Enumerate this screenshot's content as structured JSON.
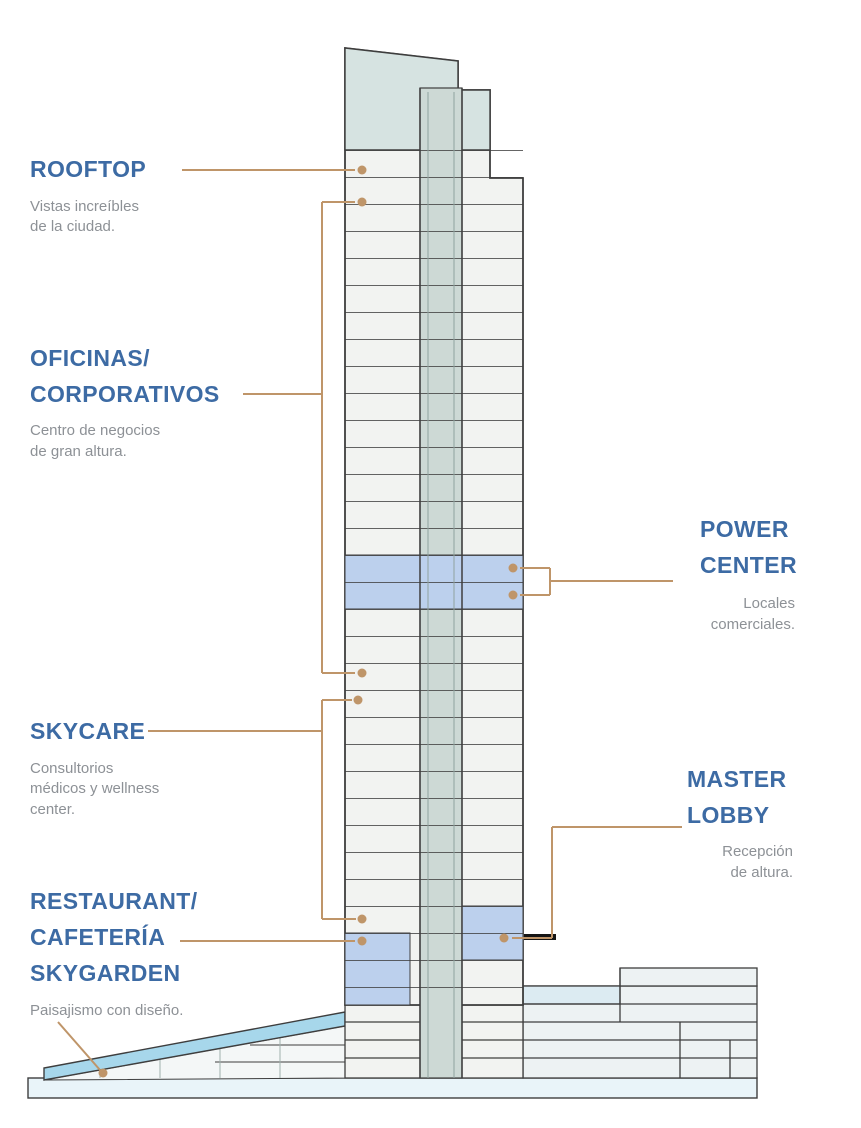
{
  "colors": {
    "accent_blue": "#3d6ba4",
    "text_gray": "#8d9196",
    "leader_tan": "#bf9569",
    "highlight_blue": "#bcd0ed",
    "ramp_blue": "#a7d7eb",
    "facade_fill": "#f2f3f1",
    "cap_fill": "#d6e3e1",
    "core_fill": "#cdd9d5",
    "podium_fill": "#edf2f3",
    "base_fill": "#e9f4f9",
    "outline": "#3e3e3e"
  },
  "annotations": {
    "rooftop": {
      "title": "ROOFTOP",
      "desc": "Vistas increíbles\nde la ciudad."
    },
    "oficinas": {
      "title": "OFICINAS/\nCORPORATIVOS",
      "desc": "Centro de negocios\nde gran altura."
    },
    "skycare": {
      "title": "SKYCARE",
      "desc": "Consultorios\nmédicos y wellness\ncenter."
    },
    "restaurant": {
      "title": "RESTAURANT/\nCAFETERÍA"
    },
    "skygarden": {
      "title": "SKYGARDEN",
      "desc": "Paisajismo con diseño."
    },
    "power_center": {
      "title": "POWER\nCENTER",
      "desc": "Locales\ncomerciales."
    },
    "master_lobby": {
      "title": "MASTER\nLOBBY",
      "desc": "Recepción\nde altura."
    }
  }
}
